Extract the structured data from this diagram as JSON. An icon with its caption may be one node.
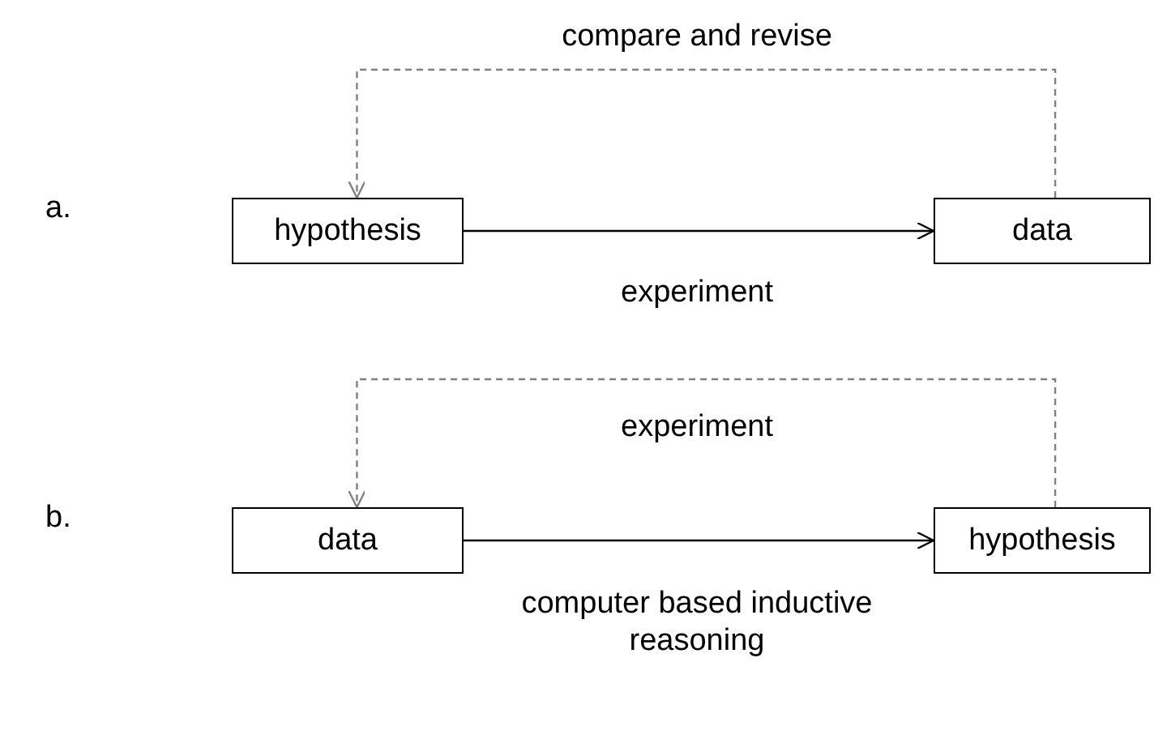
{
  "diagram": {
    "nodes": [
      {
        "text": [
          "hypothesis"
        ]
      },
      {
        "text": [
          "data"
        ]
      },
      {
        "text": [
          "data"
        ]
      },
      {
        "text": [
          "hypothesis"
        ]
      }
    ],
    "edges": [
      {
        "from": 0,
        "to": 1,
        "arrow": "to",
        "label": "experiment"
      },
      {
        "from": 1,
        "to": 0,
        "arrow": "to",
        "label": "compare and revise",
        "style": "dashed",
        "color": "#808080"
      },
      {
        "from": 2,
        "to": 3,
        "arrow": "to",
        "label": "computer based inductive reasoning"
      },
      {
        "from": 3,
        "to": 2,
        "arrow": "to",
        "label": "experiment",
        "style": "dashed",
        "color": "#808080"
      }
    ],
    "labels": [
      "a.",
      "b."
    ]
  }
}
